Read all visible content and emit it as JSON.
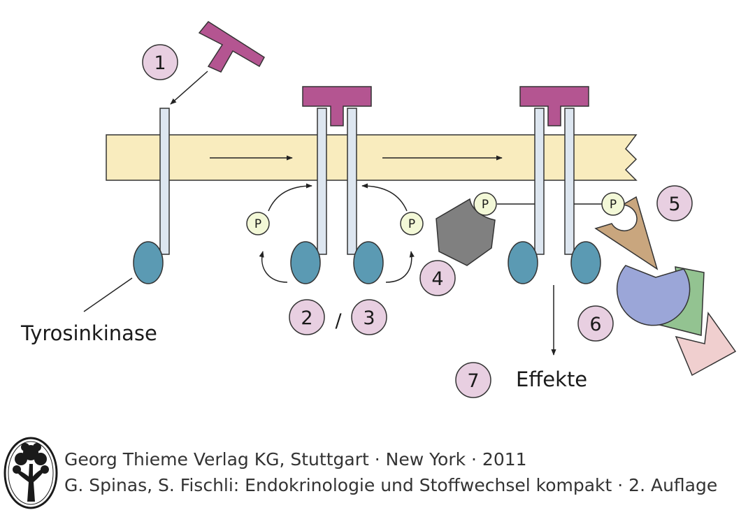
{
  "colors": {
    "membrane": "#f9ecbe",
    "receptor": "#dde6f0",
    "kinase": "#5b9ab3",
    "ligand": "#b45591",
    "step_circle": "#e8cfe1",
    "phosphate": "#f3f8d7",
    "gray_protein": "#808080",
    "brown_protein": "#c9a67e",
    "blue_protein": "#9ba6d8",
    "green_protein": "#93c391",
    "pink_protein": "#f0cfcf"
  },
  "steps": {
    "s1": "1",
    "s2": "2",
    "s3": "3",
    "s4": "4",
    "s5": "5",
    "s6": "6",
    "s7": "7",
    "separator": "/"
  },
  "phosphate_label": "P",
  "labels": {
    "tyrosinkinase": "Tyrosinkinase",
    "effekte": "Effekte"
  },
  "publisher": {
    "logo_icon": "tree-seal-icon",
    "line1": "Georg Thieme Verlag KG, Stuttgart · New York · 2011",
    "line2": "G. Spinas, S. Fischli: Endokrinologie und Stoffwechsel kompakt · 2. Auflage"
  }
}
